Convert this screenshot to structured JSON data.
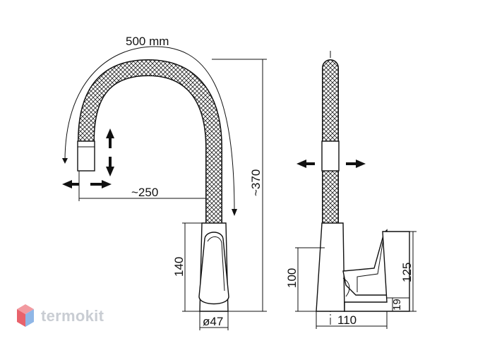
{
  "dimensions": {
    "hose_length": "500  mm",
    "reach": "~250",
    "height": "~370",
    "base_height": "140",
    "base_diameter": "ø47",
    "body_height": "100",
    "side_height": "125",
    "side_depth": "110",
    "lever_offset": "19"
  },
  "brand": {
    "name": "termokit",
    "colors": {
      "mark_top": "#f29aa0",
      "mark_left": "#e8626b",
      "mark_right": "#8fb6e6",
      "text": "#c9cdd3"
    }
  }
}
